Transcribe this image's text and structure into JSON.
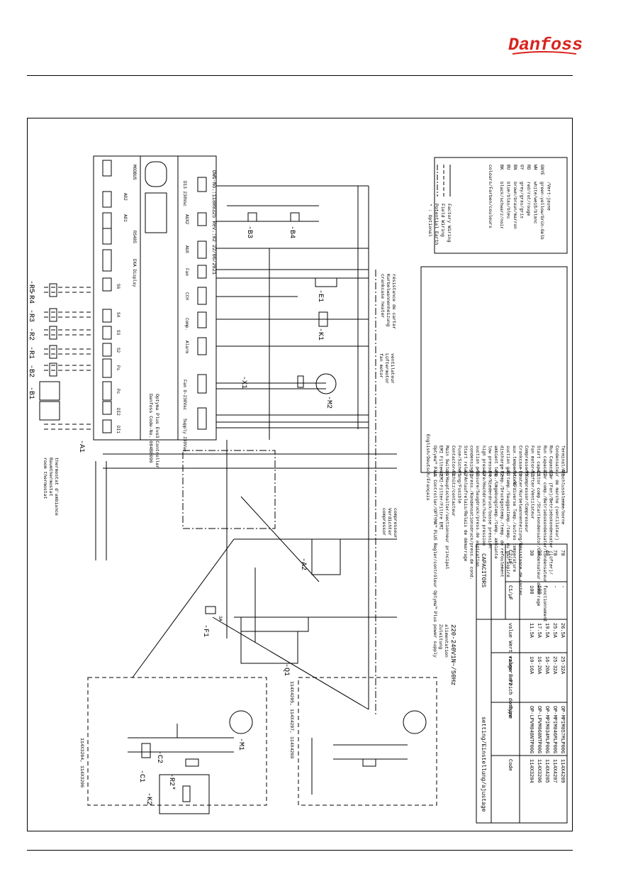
{
  "header": {
    "brand": "Danfoss"
  },
  "diagram": {
    "drawing_no": "DWG-No.:118R0325  Rev.:02 22/06/2021",
    "controller": {
      "line1": "Optyma Plus Evo3 Controller",
      "line2": "Danfoss Code-No. 084B8096",
      "supply": "Supply 230Vac",
      "fan": "Fan 0-230Vac",
      "d13": "D13 230Vac",
      "display": "EKA Display",
      "modbus": "MODBUS",
      "rs485": "RS485",
      "ao1": "AO1",
      "ao2": "AO2",
      "alarm": "Alarm",
      "comp": "Comp.",
      "cch": "CCH",
      "fan_out": "Fan",
      "aux": "AUX",
      "aux2": "AUX2",
      "inputs": [
        "DI1",
        "DI2",
        "Pc",
        "Ps",
        "S2",
        "S3",
        "S4",
        "S6"
      ]
    },
    "component_labels": [
      "-A1",
      "-B1",
      "-B2",
      "-R1",
      "-R2",
      "-R3",
      "-R4",
      "-R5",
      "-B3",
      "-B4",
      "-K1",
      "-E1",
      "-M2",
      "-X1",
      "-A2",
      "-F1",
      "-Q1",
      "-M1",
      "-C1",
      "-C2",
      "-R2*",
      "-K2"
    ],
    "notes": {
      "room_thermostat": [
        "room thermostat",
        "Raumthermostat",
        "thermostat d'ambiance"
      ],
      "fan_motor": [
        "fan motor",
        "Lüftermotor",
        "ventilateur"
      ],
      "crankcase_heater": [
        "crankcase heater",
        "Kurbelwannenheizung",
        "résistance de carter"
      ],
      "compressor": [
        "compressor",
        "Verdichter",
        "compresseur"
      ],
      "power_supply": [
        "power supply",
        "Zuleitung",
        "alimentation"
      ],
      "voltage": "220-240V1N~/50Hz",
      "variant_a": "114X3204, 114X3206",
      "variant_b": "114X4205, 114X4207, 114X4209",
      "f1_rating": "3A"
    },
    "legend": {
      "header": "English/Deutsch/Français",
      "items": [
        [
          "-A1",
          "Optyma™ Plus Controller/OPTYMA™ PLUS Regler/contrôleur Optyma™ Plus"
        ],
        [
          "-A2",
          "EMI Filter/EMI-Filter/Filtre EMI"
        ],
        [
          "-Q1",
          "Main Switch/Hauptschalter/sectionneur principal"
        ],
        [
          "-K1",
          "Contactor/Schütz/contacteur"
        ],
        [
          "-F1",
          "Fuse/Sicherung/Fusible"
        ],
        [
          "-K2",
          "Start relay/Anlaufrelais/Relais de démarrage"
        ],
        [
          "-B1",
          "condensing press./Kondensationsdruck/press.de cond."
        ],
        [
          "-B2",
          "suction pressure/Saugdruck/press.de aspiration"
        ],
        [
          "-B3",
          "high pressure/Hochdruck/haute pression"
        ],
        [
          "-B4",
          "low pressure/Niederdruck/basse pression"
        ],
        [
          "-R1",
          "ambient temp./Umgebungstemp./temp. ambiante"
        ],
        [
          "-R2",
          "discharge temp./Druckgastemp./temp. de refoulement"
        ],
        [
          "-R3",
          "suction gas temp./Sauggastemp./temp. du gaz aspiré"
        ],
        [
          "-R4/-R5",
          "aux.temperature/diverse Temp./autres temperature"
        ],
        [
          "-E1",
          "Crankcase heater/Kurbelwannenheizung/Résistance de carter"
        ],
        [
          "-M1",
          "Compressor/Kompressor/Compresseur"
        ],
        [
          "-M2",
          "Fan motor/Lüfter/Ventilateur"
        ],
        [
          "-C1",
          "Start capacitor comp./Startkondensator/Condensateur démarrage"
        ],
        [
          "-C2",
          "Run capacitor comp./Betriebskondensator/Condensateur fonctionnement"
        ],
        [
          "-C3",
          "Run Capacitor (Fan)/Betriebskondensator (Lüfter)/"
        ],
        [
          "",
          "Condensateur de marche (ventilateur)"
        ],
        [
          "-X1",
          "Terminal/Anschlussklemme/borne"
        ]
      ]
    },
    "wiring_key": {
      "factory": "Factory Wiring",
      "field": "Field Wiring",
      "earth": "Potential Earth",
      "optional": "* : Optional"
    },
    "colours": {
      "title": "colours/Farben/couleurs",
      "items": [
        [
          "BK",
          "black/schwarz/noir"
        ],
        [
          "BU",
          "blue/blau/bleu"
        ],
        [
          "BN",
          "brown/braun/marron"
        ],
        [
          "GY",
          "grey/grau/gris"
        ],
        [
          "RD",
          "red/rot/rouge"
        ],
        [
          "WH",
          "white/weiß/blanc"
        ],
        [
          "GNYE",
          "green-yellow/Grün-Gelb"
        ],
        [
          "",
          "/Vert-jaune"
        ]
      ]
    },
    "settings_table": {
      "title": "setting/Einstellung/ajustage",
      "capacitors_title": "CAPACITORS",
      "headers": [
        "Code",
        "Type",
        "range Bereich domaine",
        "value Wert valeur -F2",
        "C1/µF",
        "C2/µF"
      ],
      "rows": [
        [
          "114X3204",
          "OP-LPVM048NTP00G",
          "10-16A",
          "11.5A",
          "100",
          "30"
        ],
        [
          "114X3206",
          "OP-LPVM068NTP00G",
          "16-20A",
          "17.5A",
          "100",
          "30"
        ],
        [
          "114X4205",
          "OP-MPIM034MLP00G",
          "16-20A",
          "19.5A",
          "-",
          "40"
        ],
        [
          "114X4207",
          "OP-MPIM046MLP00G",
          "25-32A",
          "25.5A",
          "-",
          "70"
        ],
        [
          "114X4209",
          "OP-MPIM057MLP00G",
          "25-32A",
          "26.5A",
          "-",
          "70"
        ]
      ]
    }
  }
}
